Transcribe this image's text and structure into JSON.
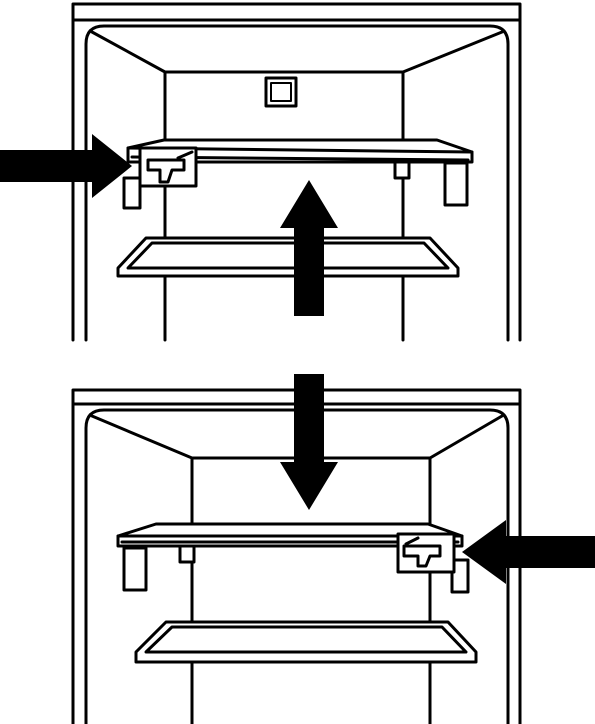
{
  "figure": {
    "panels": [
      {
        "id": "top",
        "shows": "shelf-raised",
        "arrows": [
          "arrow-right-pointing-at-clip",
          "arrow-up"
        ]
      },
      {
        "id": "bottom",
        "shows": "shelf-lowered",
        "arrows": [
          "arrow-down",
          "arrow-left-pointing-at-clip"
        ]
      }
    ],
    "colors": {
      "line": "#000000",
      "background": "#ffffff",
      "arrow": "#000000"
    },
    "icons": [
      "shelf-clip-icon",
      "light-switch-icon"
    ]
  }
}
